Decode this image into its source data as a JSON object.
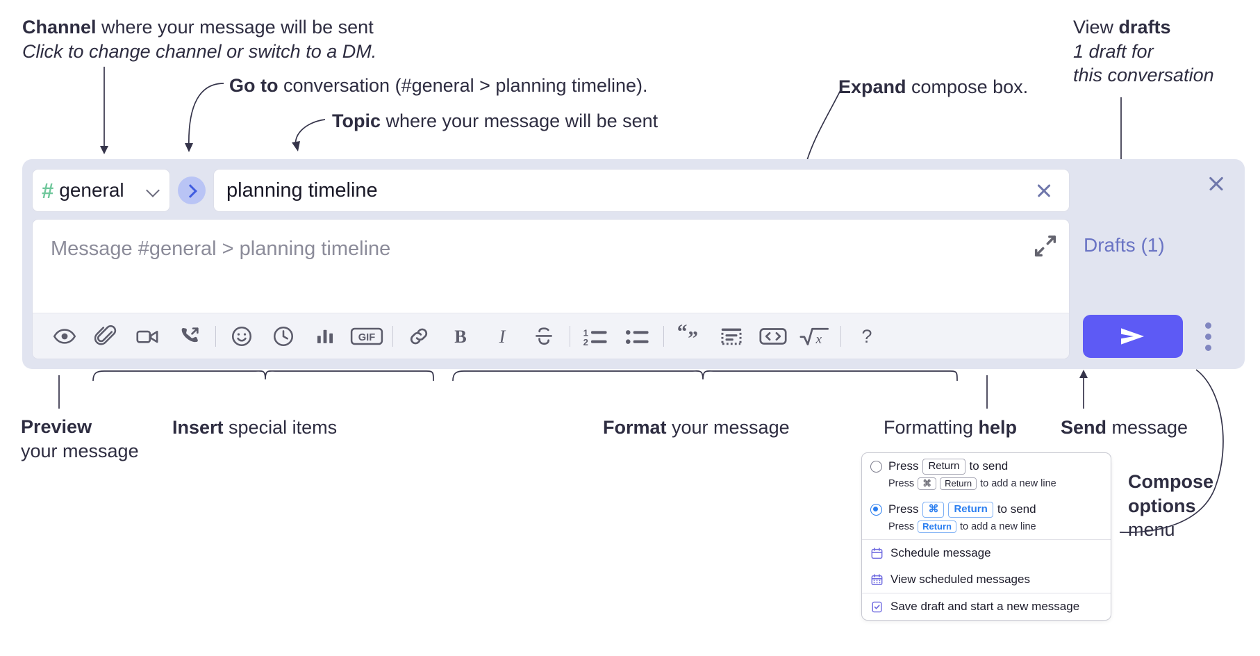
{
  "annotations": {
    "channel": {
      "bold": "Channel",
      "rest": " where your message will be sent",
      "italic": "Click to change channel or switch to a DM."
    },
    "goto": {
      "bold": "Go to",
      "rest": " conversation (#general > planning timeline)."
    },
    "topic": {
      "bold": "Topic",
      "rest": " where your message will be sent"
    },
    "expand": {
      "bold": "Expand",
      "rest": " compose box."
    },
    "drafts": {
      "prefix": "View ",
      "bold": "drafts",
      "italic1": "1 draft for",
      "italic2": "this conversation"
    },
    "preview": {
      "bold": "Preview",
      "rest": "your message"
    },
    "insert": {
      "bold": "Insert",
      "rest": " special items"
    },
    "format": {
      "bold": "Format",
      "rest": " your message"
    },
    "help": {
      "prefix": "Formatting ",
      "bold": "help"
    },
    "send": {
      "bold": "Send",
      "rest": " message"
    },
    "compose_options": {
      "bold1": "Compose",
      "bold2": "options",
      "rest": "menu"
    }
  },
  "compose": {
    "channel_name": "general",
    "hash_icon": "hash-icon",
    "chevron_icon": "chevron-down-icon",
    "goto_icon": "chevron-right-icon",
    "topic_value": "planning timeline",
    "clear_icon": "close-icon",
    "message_placeholder": "Message #general > planning timeline",
    "expand_icon": "expand-icon",
    "close_icon": "close-icon",
    "drafts_label": "Drafts (1)",
    "send_icon": "send-paper-plane-icon",
    "overflow_icon": "more-vertical-icon"
  },
  "toolbar": {
    "groups": [
      {
        "name": "insert",
        "buttons": [
          {
            "name": "preview-button",
            "icon": "eye-icon",
            "label": "Preview"
          },
          {
            "name": "attach-button",
            "icon": "paperclip-icon",
            "label": "Attach file"
          },
          {
            "name": "video-button",
            "icon": "video-camera-icon",
            "label": "Record video clip"
          },
          {
            "name": "audio-button",
            "icon": "phone-arrow-icon",
            "label": "Record audio clip"
          }
        ]
      },
      {
        "name": "insert-2",
        "buttons": [
          {
            "name": "emoji-button",
            "icon": "emoji-smiley-icon",
            "label": "Emoji"
          },
          {
            "name": "reminder-button",
            "icon": "clock-icon",
            "label": "Clock"
          },
          {
            "name": "poll-button",
            "icon": "bar-chart-icon",
            "label": "Poll"
          },
          {
            "name": "gif-button",
            "icon": "gif-icon",
            "label": "GIF"
          }
        ]
      },
      {
        "name": "format",
        "buttons": [
          {
            "name": "link-button",
            "icon": "link-icon",
            "label": "Link"
          },
          {
            "name": "bold-button",
            "icon": "bold-icon",
            "label": "B"
          },
          {
            "name": "italic-button",
            "icon": "italic-icon",
            "label": "I"
          },
          {
            "name": "strikethrough-button",
            "icon": "strikethrough-icon",
            "label": "S"
          }
        ]
      },
      {
        "name": "format-lists",
        "buttons": [
          {
            "name": "ordered-list-button",
            "icon": "ordered-list-icon",
            "label": "Ordered list"
          },
          {
            "name": "bulleted-list-button",
            "icon": "bulleted-list-icon",
            "label": "Bulleted list"
          }
        ]
      },
      {
        "name": "format-blocks",
        "buttons": [
          {
            "name": "blockquote-button",
            "icon": "quote-icon",
            "label": "Blockquote"
          },
          {
            "name": "code-block-button",
            "icon": "code-block-icon",
            "label": "Code block"
          },
          {
            "name": "inline-code-button",
            "icon": "angle-brackets-icon",
            "label": "Code"
          },
          {
            "name": "math-button",
            "icon": "square-root-icon",
            "label": "Math"
          }
        ]
      },
      {
        "name": "help",
        "buttons": [
          {
            "name": "formatting-help-button",
            "icon": "question-mark-icon",
            "label": "?"
          }
        ]
      }
    ]
  },
  "menu": {
    "option1": {
      "press": "Press",
      "key": "Return",
      "tail": "to send",
      "sub_press": "Press",
      "sub_key1": "⌘",
      "sub_key2": "Return",
      "sub_tail": "to add a new line",
      "selected": false
    },
    "option2": {
      "press": "Press",
      "key1": "⌘",
      "key2": "Return",
      "tail": "to send",
      "sub_press": "Press",
      "sub_key": "Return",
      "sub_tail": "to add a new line",
      "selected": true
    },
    "items": [
      {
        "name": "schedule-message",
        "icon": "calendar-icon",
        "label": "Schedule message"
      },
      {
        "name": "view-scheduled-messages",
        "icon": "calendar-grid-icon",
        "label": "View scheduled messages"
      },
      {
        "name": "save-draft-new-message",
        "icon": "document-check-icon",
        "label": "Save draft and start a new message"
      }
    ]
  },
  "colors": {
    "accent_purple": "#5d5af5",
    "panel_bg": "#e1e4f0",
    "hash_green": "#6fc79b",
    "link_purple": "#6a74c4",
    "key_blue": "#2a7ef0"
  }
}
